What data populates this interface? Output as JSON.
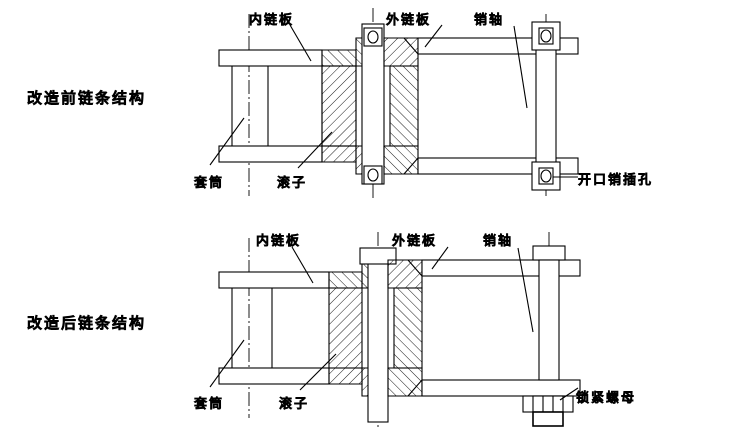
{
  "figure": {
    "title_top": "改造前链条结构",
    "title_bottom": "改造后链条结构"
  },
  "top_diagram": {
    "name": "chain-structure-before-modification",
    "labels": {
      "inner_plate": "内链板",
      "outer_plate": "外链板",
      "pin_shaft": "销轴",
      "bushing": "套筒",
      "roller": "滚子",
      "cotter_hole": "开口销插孔"
    }
  },
  "bottom_diagram": {
    "name": "chain-structure-after-modification",
    "labels": {
      "inner_plate": "内链板",
      "outer_plate": "外链板",
      "pin_shaft": "销轴",
      "bushing": "套筒",
      "roller": "滚子",
      "lock_nut": "锁紧螺母"
    }
  },
  "colors": {
    "line": "#000000",
    "background": "#ffffff"
  }
}
